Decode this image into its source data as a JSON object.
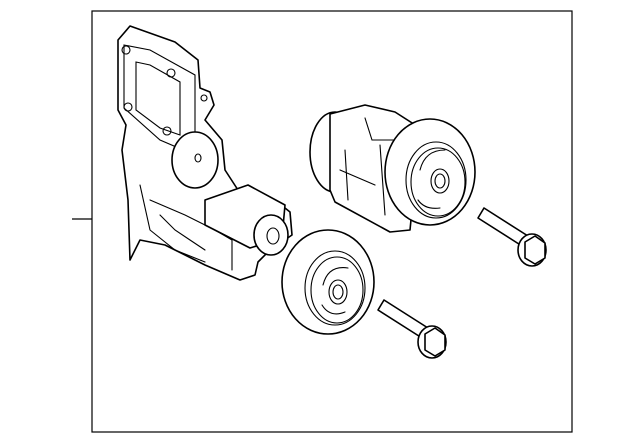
{
  "diagram": {
    "kind": "exploded parts illustration",
    "line_color": "#000000",
    "background_color": "#ffffff",
    "parts": [
      {
        "id": "tensioner-bracket"
      },
      {
        "id": "tensioner-pulley"
      },
      {
        "id": "idler-pulley"
      },
      {
        "id": "bolt-upper"
      },
      {
        "id": "bolt-lower"
      }
    ]
  }
}
